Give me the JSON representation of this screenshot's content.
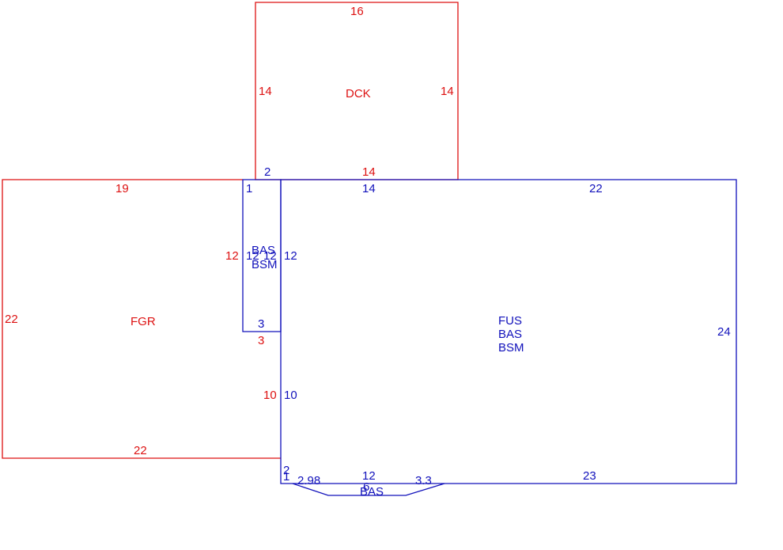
{
  "colors": {
    "red": "#dd1111",
    "blue": "#1111bb"
  },
  "areas": {
    "dck": {
      "label": "DCK"
    },
    "fgr": {
      "label": "FGR"
    },
    "bas_bsm_strip": {
      "line1": "BAS",
      "line2": "BSM"
    },
    "fus_bas_bsm": {
      "line1": "FUS",
      "line2": "BAS",
      "line3": "BSM"
    },
    "bay": {
      "label": "BAS"
    }
  },
  "dims": {
    "dck_top": "16",
    "dck_left": "14",
    "dck_right": "14",
    "dck_bottom": "14",
    "dck_bottom_left": "2",
    "fgr_top": "19",
    "fgr_left": "22",
    "fgr_bottom": "22",
    "fgr_right_upper": "12",
    "fgr_right_lower": "10",
    "fgr_notch": "3",
    "strip_top": "1",
    "strip_left": "12",
    "strip_inner": "12",
    "strip_right": "12",
    "strip_bottom": "3",
    "main_top_left": "14",
    "main_top_right": "22",
    "main_right": "24",
    "main_bottom": "23",
    "main_left_lower": "10",
    "main_corner_a": "2",
    "main_corner_b": "1",
    "bay_left": "2.98",
    "bay_top": "12",
    "bay_bottom": "6",
    "bay_right": "3.3"
  }
}
